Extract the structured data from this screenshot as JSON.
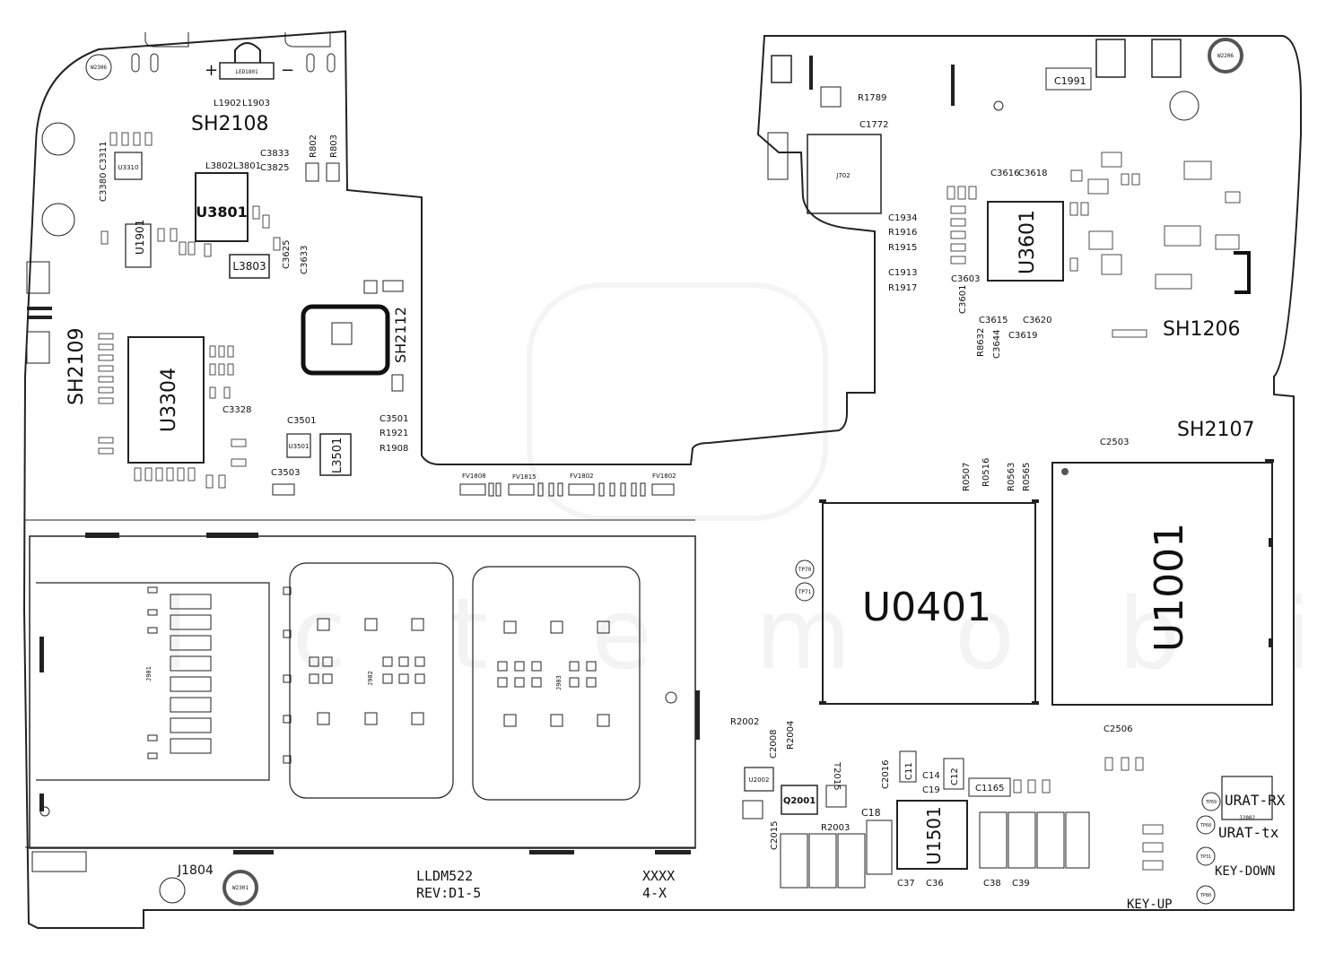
{
  "board": {
    "model": "LLDM522",
    "revision": "REV:D1-5",
    "code_line1": "XXXX",
    "code_line2": "4-X"
  },
  "shields": {
    "sh2108": "SH2108",
    "sh2109": "SH2109",
    "sh2112": "SH2112",
    "sh1206": "SH1206",
    "sh2107": "SH2107"
  },
  "chips": {
    "u0401": "U0401",
    "u1001": "U1001",
    "u3601": "U3601",
    "u3801": "U3801",
    "u3304": "U3304",
    "u1501": "U1501",
    "u1901": "U1901",
    "l3803": "L3803",
    "l3501": "L3501",
    "u3501": "U3501",
    "u3310": "U3310",
    "q2001": "Q2001",
    "u2002": "U2002",
    "j702": "J702",
    "j1804": "J1804",
    "j2002": "J2002",
    "j901": "J901",
    "j902": "J902",
    "j903": "J903"
  },
  "test_points": {
    "urat_rx": "URAT-RX",
    "urat_tx": "URAT-tx",
    "key_down": "KEY-DOWN",
    "key_up": "KEY-UP",
    "tp69": "TP69",
    "tp68": "TP68",
    "tp31": "TP31",
    "tp80": "TP80",
    "tp70": "TP70",
    "tp71": "TP71",
    "w2306": "W2306",
    "w2301": "W2301",
    "w2206": "W2206",
    "led": "LED1801"
  },
  "components": {
    "c1991": "C1991",
    "c3501": "C3501",
    "c3503": "C3503",
    "c3328": "C3328",
    "c3833": "C3833",
    "c3825": "C3825",
    "c3633": "C3633",
    "c3625": "C3625",
    "c3616": "C3616",
    "c3618": "C3618",
    "c3603": "C3603",
    "c3615": "C3615",
    "c3620": "C3620",
    "c3619": "C3619",
    "c2503": "C2503",
    "c2506": "C2506",
    "c1165": "C1165",
    "c18": "C18",
    "c11": "C11",
    "c14": "C14",
    "c19": "C19",
    "c12": "C12",
    "c37": "C37",
    "c36": "C36",
    "c38": "C38",
    "c39": "C39",
    "c2016": "C2016",
    "c2015": "C2015",
    "c2008": "C2008",
    "r2002": "R2002",
    "r2003": "R2003",
    "r2004": "R2004",
    "r1789": "R1789",
    "c1772": "C1772",
    "c1934": "C1934",
    "r1916": "R1916",
    "r1915": "R1915",
    "c1913": "C1913",
    "r1917": "R1917",
    "r802": "R802",
    "r803": "R803",
    "l1902": "L1902",
    "l1903": "L1903",
    "l3802": "L3802",
    "l3801": "L3801",
    "c3380": "C3380",
    "c3311": "C3311",
    "r1921": "R1921",
    "r1908": "R1908",
    "r0507": "R0507",
    "r0516": "R0516",
    "r0563": "R0563",
    "r0565": "R0565",
    "r8632": "R8632",
    "c3644": "C3644",
    "c3601": "C3601",
    "t2015": "T2015",
    "fv1808": "FV1808",
    "fv1815": "FV1815",
    "fv1802a": "FV1802",
    "fv1802b": "FV1802"
  },
  "colors": {
    "line": "#222222",
    "shield_highlight": "#111111",
    "watermark": "#e4e4e4",
    "background": "#ffffff"
  }
}
